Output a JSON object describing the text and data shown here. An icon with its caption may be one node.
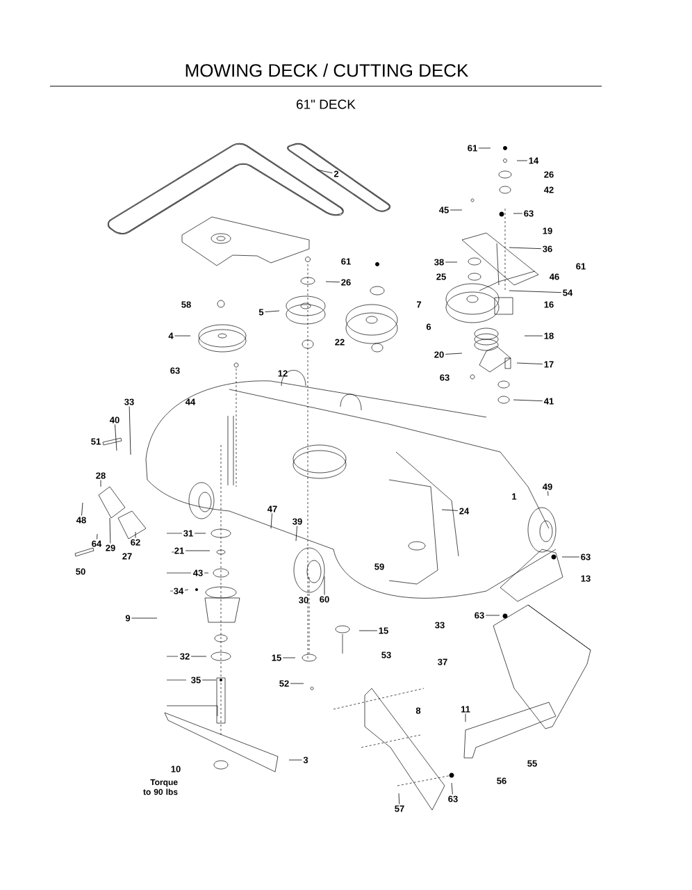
{
  "diagram": {
    "title": "MOWING DECK / CUTTING DECK",
    "nodes": [
      {
        "text": [
          "61"
        ]
      },
      {
        "text": [
          "14"
        ]
      },
      {
        "text": [
          "2"
        ]
      },
      {
        "text": [
          "45"
        ]
      },
      {
        "text": [
          "63"
        ]
      },
      {
        "text": [
          "36"
        ]
      },
      {
        "text": [
          "38"
        ]
      },
      {
        "text": [
          "26"
        ]
      },
      {
        "text": [
          "54"
        ]
      },
      {
        "text": [
          "5"
        ]
      },
      {
        "text": [
          "18"
        ]
      },
      {
        "text": [
          "4"
        ]
      },
      {
        "text": [
          "20"
        ]
      },
      {
        "text": [
          "17"
        ]
      },
      {
        "text": [
          "41"
        ]
      },
      {
        "text": [
          "33"
        ]
      },
      {
        "text": [
          "40"
        ]
      },
      {
        "text": [
          "28"
        ]
      },
      {
        "text": [
          "49"
        ]
      },
      {
        "text": [
          "47"
        ]
      },
      {
        "text": [
          "24"
        ]
      },
      {
        "text": [
          "48"
        ]
      },
      {
        "text": [
          "39"
        ]
      },
      {
        "text": [
          "31"
        ]
      },
      {
        "text": [
          "64"
        ]
      },
      {
        "text": [
          "29"
        ]
      },
      {
        "text": [
          "62"
        ]
      },
      {
        "text": [
          "21"
        ]
      },
      {
        "text": [
          "63"
        ]
      },
      {
        "text": [
          "43"
        ]
      },
      {
        "text": [
          "34"
        ]
      },
      {
        "text": [
          "60"
        ]
      },
      {
        "text": [
          "63"
        ]
      },
      {
        "text": [
          "9"
        ]
      },
      {
        "text": [
          "15"
        ]
      },
      {
        "text": [
          "15"
        ]
      },
      {
        "text": [
          "32"
        ]
      },
      {
        "text": [
          "35"
        ]
      },
      {
        "text": [
          "52"
        ]
      },
      {
        "text": [
          "11"
        ]
      },
      {
        "text": [
          "3"
        ]
      },
      {
        "text": [
          "63"
        ]
      },
      {
        "text": [
          "57"
        ]
      }
    ],
    "edges": [
      {
        "from": 0,
        "to": null,
        "arrow": "none"
      },
      {
        "from": 1,
        "to": null,
        "arrow": "none"
      },
      {
        "from": 2,
        "to": null,
        "arrow": "none"
      },
      {
        "from": 3,
        "to": null,
        "arrow": "none"
      },
      {
        "from": 4,
        "to": null,
        "arrow": "none"
      },
      {
        "from": 5,
        "to": null,
        "arrow": "none"
      },
      {
        "from": 6,
        "to": null,
        "arrow": "none"
      },
      {
        "from": 7,
        "to": null,
        "arrow": "none"
      },
      {
        "from": 8,
        "to": null,
        "arrow": "none"
      },
      {
        "from": 9,
        "to": null,
        "arrow": "none"
      },
      {
        "from": 10,
        "to": null,
        "arrow": "none"
      },
      {
        "from": 11,
        "to": null,
        "arrow": "none"
      },
      {
        "from": 12,
        "to": null,
        "arrow": "none"
      },
      {
        "from": 13,
        "to": null,
        "arrow": "none"
      },
      {
        "from": 14,
        "to": null,
        "arrow": "none"
      },
      {
        "from": 15,
        "to": null,
        "arrow": "none"
      },
      {
        "from": 16,
        "to": null,
        "arrow": "none"
      },
      {
        "from": 17,
        "to": null,
        "arrow": "none"
      },
      {
        "from": 18,
        "to": null,
        "arrow": "none"
      },
      {
        "from": 19,
        "to": null,
        "arrow": "none"
      },
      {
        "from": 20,
        "to": null,
        "arrow": "none"
      },
      {
        "from": 21,
        "to": null,
        "arrow": "none"
      },
      {
        "from": 22,
        "to": null,
        "arrow": "none"
      },
      {
        "from": 23,
        "to": null,
        "arrow": "none"
      },
      {
        "from": 24,
        "to": null,
        "arrow": "none"
      },
      {
        "from": 25,
        "to": null,
        "arrow": "none"
      },
      {
        "from": 26,
        "to": null,
        "arrow": "none"
      },
      {
        "from": 27,
        "to": null,
        "arrow": "none"
      },
      {
        "from": 28,
        "to": null,
        "arrow": "none"
      },
      {
        "from": 29,
        "to": null,
        "arrow": "none"
      },
      {
        "from": 30,
        "to": null,
        "arrow": "none"
      },
      {
        "from": 31,
        "to": null,
        "arrow": "none"
      },
      {
        "from": 32,
        "to": null,
        "arrow": "none"
      },
      {
        "from": 33,
        "to": null,
        "arrow": "none"
      },
      {
        "from": 34,
        "to": null,
        "arrow": "none"
      },
      {
        "from": 35,
        "to": null,
        "arrow": "none"
      },
      {
        "from": 36,
        "to": null,
        "arrow": "none"
      },
      {
        "from": 37,
        "to": null,
        "arrow": "none"
      },
      {
        "from": 38,
        "to": null,
        "arrow": "none"
      },
      {
        "from": 39,
        "to": null,
        "arrow": "none"
      },
      {
        "from": 40,
        "to": null,
        "arrow": "none"
      },
      {
        "from": 41,
        "to": null,
        "arrow": "none"
      },
      {
        "from": 42,
        "to": null,
        "arrow": "none"
      }
    ],
    "labels": [
      "61\" DECK",
      "26",
      "42",
      "19",
      "61",
      "61",
      "25",
      "46",
      "58",
      "7",
      "16",
      "6",
      "22",
      "63",
      "12",
      "63",
      "44",
      "51",
      "1",
      "27",
      "50",
      "59",
      "13",
      "30",
      "33",
      "53",
      "37",
      "8",
      "55",
      "10",
      "Torque to 90 lbs",
      "56"
    ]
  }
}
